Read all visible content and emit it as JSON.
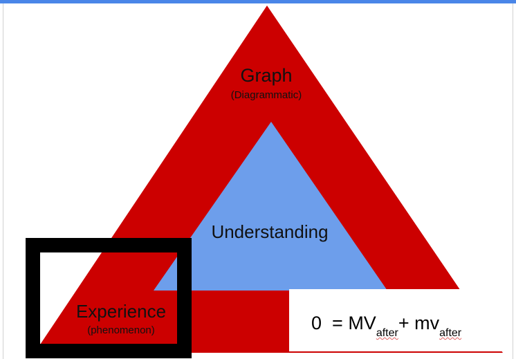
{
  "colors": {
    "outer_triangle": "#cc0000",
    "inner_triangle": "#6d9eeb",
    "top_bar": "#4a86e8",
    "frame": "#000000"
  },
  "labels": {
    "graph": "Graph",
    "graph_sub": "(Diagrammatic)",
    "understanding": "Understanding",
    "experience": "Experience",
    "experience_sub": "(phenomenon)"
  },
  "equation": {
    "lhs": "0",
    "equals": "= MV",
    "sub1": "after",
    "plus": "+ mv",
    "sub2": "after"
  }
}
